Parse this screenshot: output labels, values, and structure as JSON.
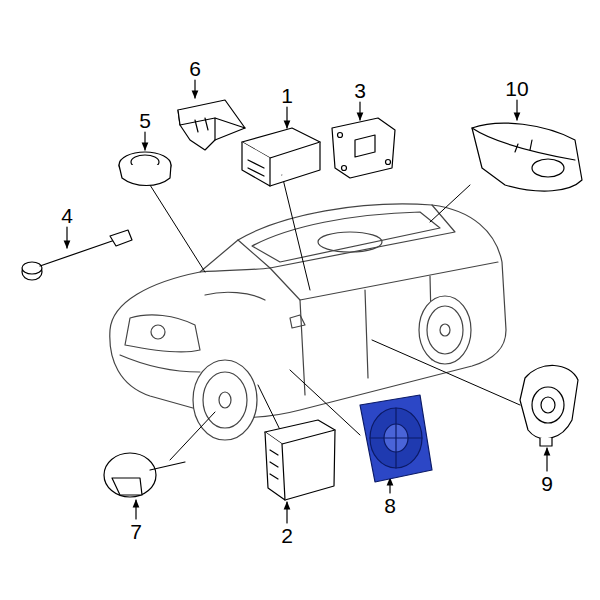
{
  "diagram": {
    "labels": [
      "6",
      "1",
      "3",
      "10",
      "5",
      "4",
      "9",
      "8",
      "7",
      "2"
    ]
  }
}
